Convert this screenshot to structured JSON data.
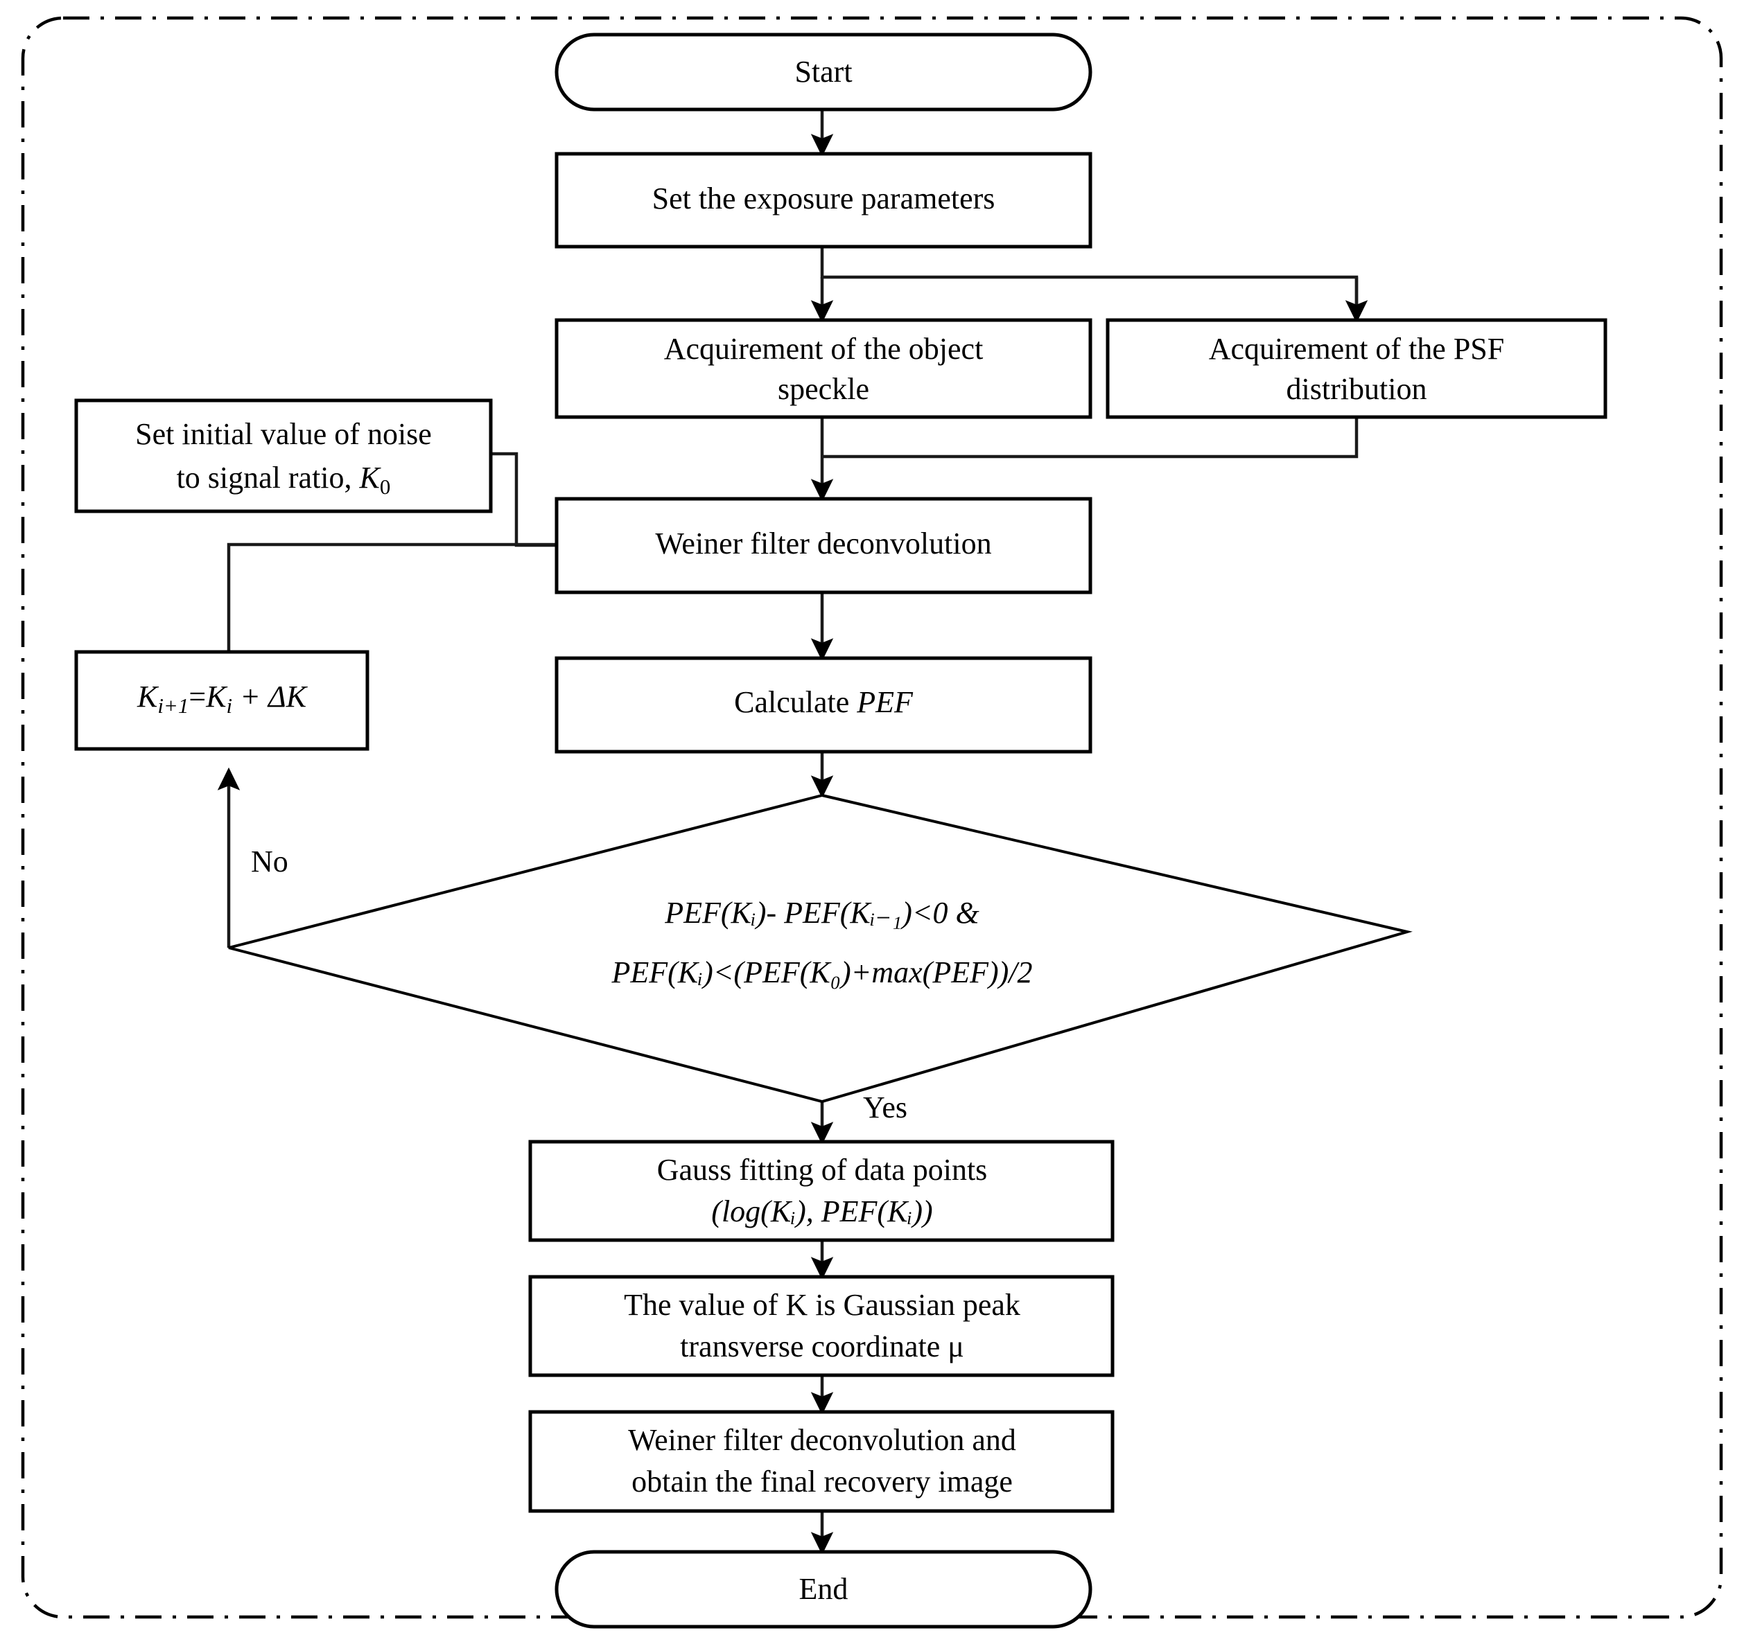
{
  "diagram": {
    "title_visible": false,
    "border_style": "dash-dot rounded rectangle",
    "nodes": {
      "start": {
        "label": "Start",
        "shape": "terminator"
      },
      "set_exposure": {
        "label": "Set the exposure parameters",
        "shape": "process"
      },
      "acq_object": {
        "line1": "Acquirement of the object",
        "line2": "speckle",
        "shape": "process"
      },
      "acq_psf": {
        "line1": "Acquirement of the PSF",
        "line2": "distribution",
        "shape": "process"
      },
      "set_initial": {
        "line1": "Set initial value of noise",
        "line2_pre": "to signal ratio, ",
        "line2_var": "K",
        "line2_sub": "0",
        "shape": "process"
      },
      "weiner": {
        "label": "Weiner filter deconvolution",
        "shape": "process"
      },
      "calculate_pef": {
        "label_pre": "Calculate ",
        "label_it": "PEF",
        "shape": "process"
      },
      "increment": {
        "expr_k": "K",
        "expr_k_sub": "i+1",
        "expr_eq": "=",
        "expr_k2": "K",
        "expr_k2_sub": "i",
        "expr_tail": " + ΔK",
        "shape": "process"
      },
      "decision": {
        "line1": "PEF(Kᵢ)- PEF(Kᵢ₋₁)<0 &",
        "line2": "PEF(Kᵢ)<(PEF(K₀)+max(PEF))/2",
        "shape": "decision"
      },
      "gauss_fit": {
        "line1": "Gauss fitting of data points",
        "line2": "(log(Kᵢ),  PEF(Kᵢ))",
        "shape": "process"
      },
      "value_k": {
        "line1": "The value of K is Gaussian peak",
        "line2": "transverse coordinate μ",
        "shape": "process"
      },
      "final_deconv": {
        "line1": "Weiner filter deconvolution and",
        "line2": "obtain the final recovery image",
        "shape": "process"
      },
      "end": {
        "label": "End",
        "shape": "terminator"
      }
    },
    "edge_labels": {
      "no": "No",
      "yes": "Yes"
    },
    "colors": {
      "stroke": "#000000",
      "connector": "#1a1a1a",
      "background": "#ffffff"
    }
  }
}
